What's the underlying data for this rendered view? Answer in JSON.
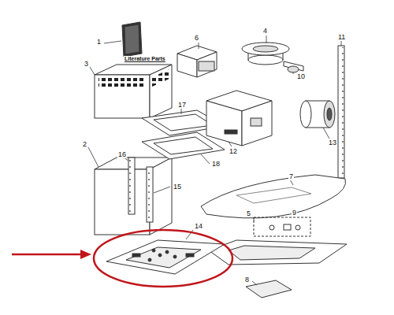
{
  "diagram": {
    "labels": [
      "1",
      "Literature Parts",
      "6",
      "4",
      "11",
      "3",
      "10",
      "17",
      "12",
      "13",
      "2",
      "16",
      "18",
      "15",
      "7",
      "5",
      "9",
      "14",
      "8"
    ]
  }
}
